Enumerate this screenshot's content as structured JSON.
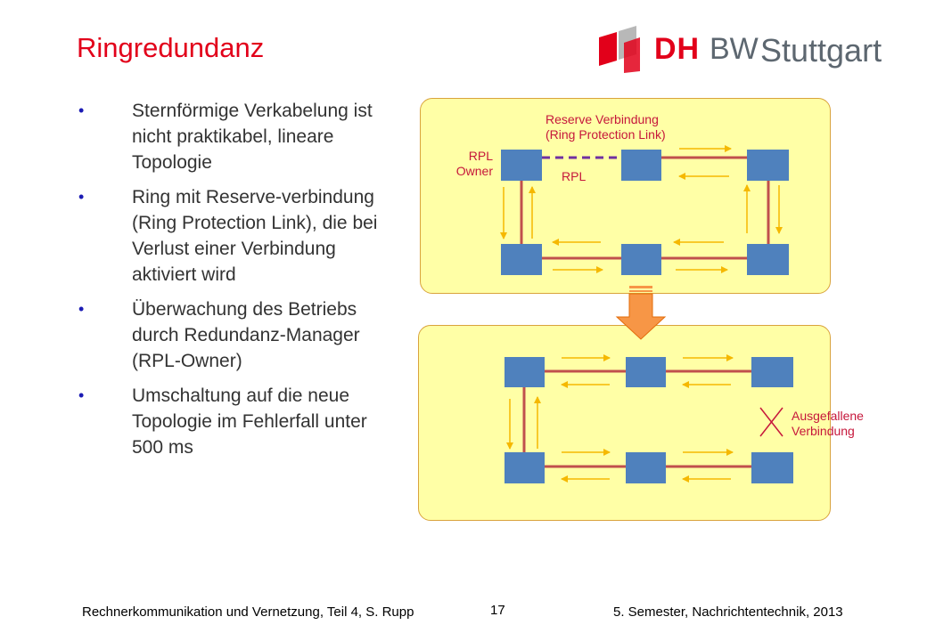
{
  "slide": {
    "title": "Ringredundanz",
    "logo": {
      "brand_accent": "DH",
      "brand_rest": "BW",
      "city": "Stuttgart"
    },
    "bullets": [
      "Sternförmige Verkabelung ist nicht praktikabel, lineare Topologie",
      "Ring mit Reserve-verbindung (Ring Protection Link), die bei Verlust einer Verbindung aktiviert wird",
      "Überwachung des Betriebs durch Redundanz-Manager (RPL-Owner)",
      "Umschaltung auf die neue Topologie im Fehlerfall unter 500 ms"
    ],
    "bullet_glyph": "•"
  },
  "diagram": {
    "reserve_label_line1": "Reserve Verbindung",
    "reserve_label_line2": "(Ring Protection Link)",
    "rpl_owner_line1": "RPL",
    "rpl_owner_line2": "Owner",
    "rpl_label": "RPL",
    "failed_line1": "Ausgefallene",
    "failed_line2": "Verbindung"
  },
  "footer": {
    "left": "Rechnerkommunikation und Vernetzung, Teil 4, S. Rupp",
    "page": "17",
    "right": "5. Semester, Nachrichtentechnik, 2013"
  },
  "colors": {
    "accent_red": "#e2001a",
    "node_blue": "#4f81bd",
    "panel_fill": "#ffffa6",
    "link_red": "#c0504d",
    "arrow_yellow": "#f5b800",
    "rpl_purple": "#7030a0",
    "big_arrow_orange": "#f79646"
  }
}
